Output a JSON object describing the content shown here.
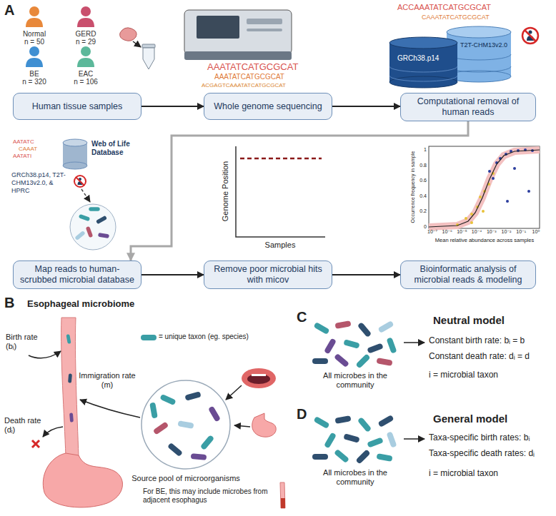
{
  "diagram": {
    "nodes": [
      {
        "text": [
          "Human tissue samples"
        ]
      },
      {
        "text": [
          "Whole genome sequencing"
        ]
      },
      {
        "text": [
          "Computational removal of human reads"
        ]
      },
      {
        "text": [
          "Map reads to human-scrubbed microbial database"
        ]
      },
      {
        "text": [
          "Remove poor microbial hits with micov"
        ]
      },
      {
        "text": [
          "Bioinformatic analysis of microbial reads & modeling"
        ]
      }
    ],
    "edges": [
      {
        "from": 0,
        "to": 1,
        "arrow": "to"
      },
      {
        "from": 1,
        "to": 2,
        "arrow": "to"
      },
      {
        "from": 2,
        "to": 3,
        "arrow": "to"
      },
      {
        "from": 3,
        "to": 4,
        "arrow": "to"
      },
      {
        "from": 4,
        "to": 5,
        "arrow": "to"
      }
    ],
    "labels": [
      "A",
      "Normal",
      "n = 50",
      "GERD",
      "n = 29",
      "BE",
      "n = 320",
      "EAC",
      "n = 106",
      "AAATATCATGCGCAT",
      "AAATATCATGCGCAT",
      "ACGAGTCAAATATCATGCGCAT",
      "GRCh38.p14",
      "T2T-CHM13v2.0",
      "ACCAAATATCATGCGCAT",
      "CAAATATCATGCGCAT",
      "AATATC",
      "CAAAT",
      "AATATI",
      "Web of Life Database",
      "GRCh38.p14, T2T-CHM13v2.0, & HPRC",
      "Genome Position",
      "Samples",
      "Occurrence frequency in sample",
      "Mean relative abundance across samples",
      "0",
      "0.2",
      "0.4",
      "0.6",
      "0.8",
      "1",
      "10⁻⁷",
      "10⁻⁶",
      "10⁻⁵",
      "10⁻⁴",
      "10⁻³",
      "10⁻²",
      "10⁻¹",
      "10⁰",
      "B",
      "Esophageal microbiome",
      "Birth rate (bᵢ)",
      "Immigration rate (m)",
      "Death rate (dᵢ)",
      "= unique taxon (eg. species)",
      "Source pool of microorganisms",
      "For BE, this may include microbes from adjacent esophagus",
      "C",
      "All microbes in the community",
      "Neutral model",
      "Constant birth rate: bᵢ = b",
      "Constant death rate: dᵢ = d",
      "i = microbial taxon",
      "D",
      "All microbes in the community",
      "General model",
      "Taxa-specific birth rates: bᵢ",
      "Taxa-specific death rates: dᵢ",
      "i = microbial taxon"
    ]
  }
}
